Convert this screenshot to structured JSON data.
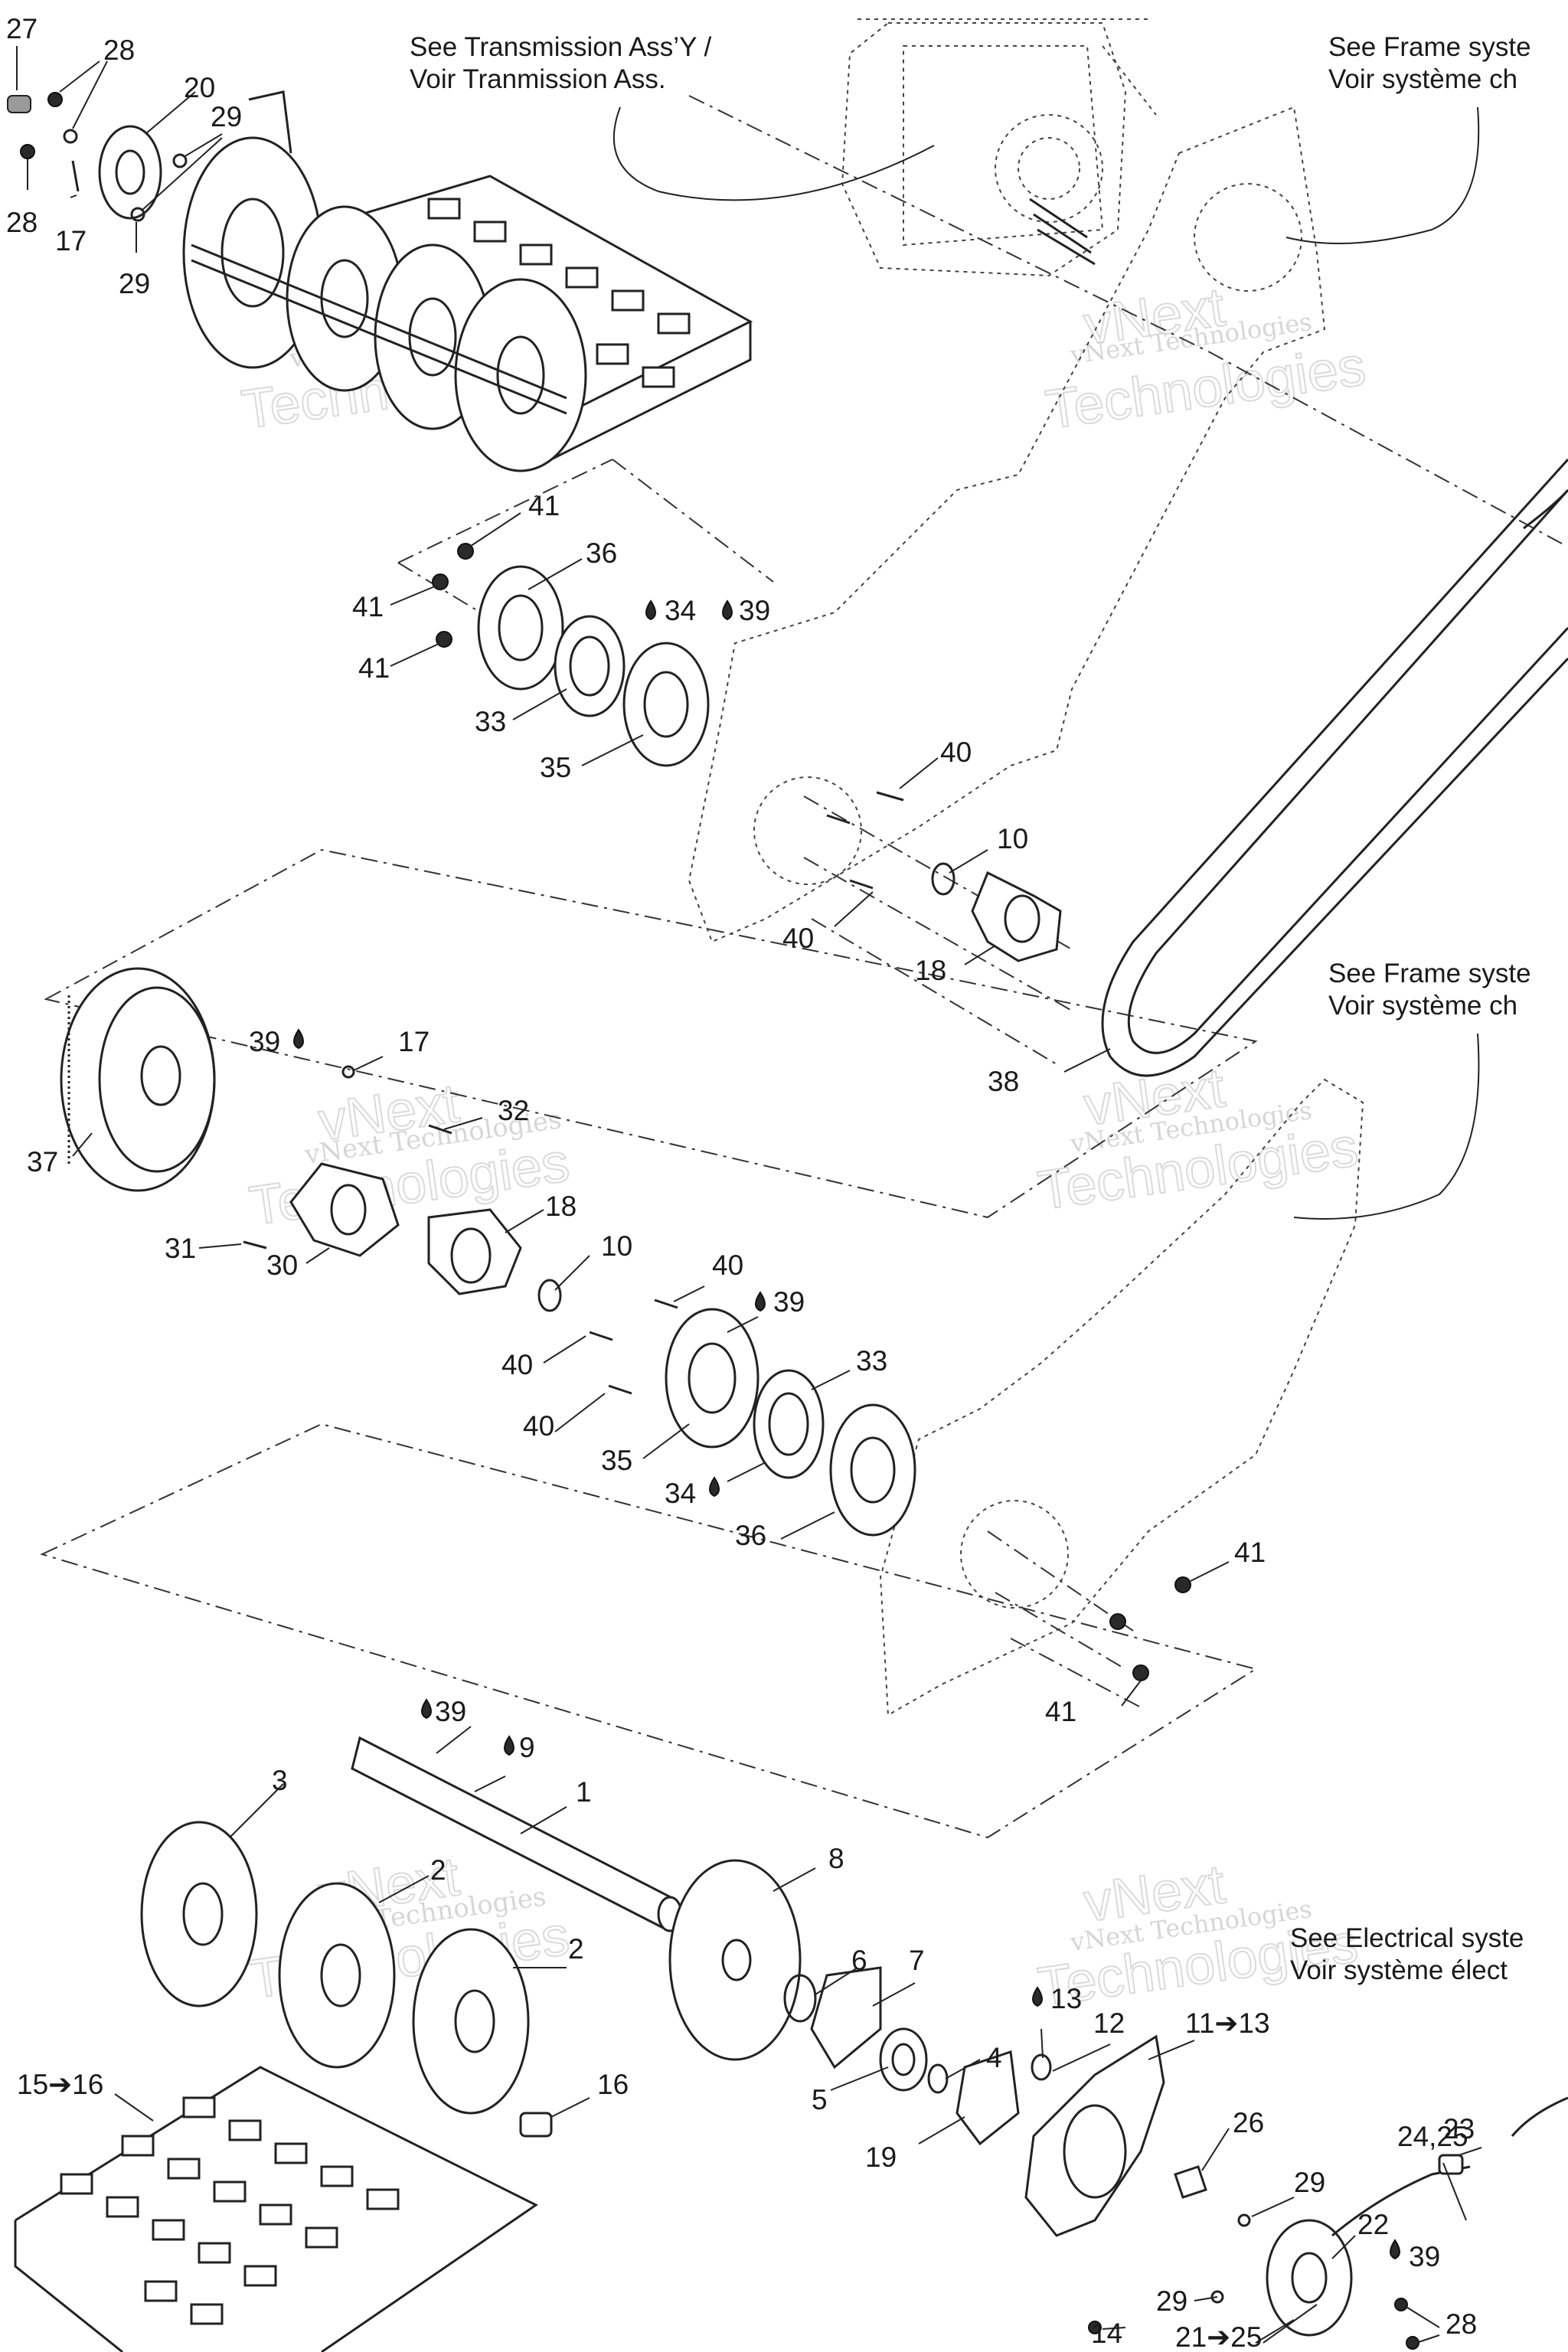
{
  "notes": {
    "transmission": [
      "See Transmission Ass’Y /",
      "Voir Tranmission Ass."
    ],
    "frame_top": [
      "See Frame syste",
      "Voir système ch"
    ],
    "frame_mid": [
      "See Frame syste",
      "Voir système ch"
    ],
    "electrical": [
      "See Electrical syste",
      "Voir système élect"
    ]
  },
  "watermark": {
    "line1": "vNext Technologies",
    "line2": "Technologies",
    "line3": "vNext"
  },
  "labels": [
    "27",
    "28",
    "20",
    "29",
    "28",
    "17",
    "29",
    "41",
    "36",
    "34",
    "39",
    "41",
    "41",
    "33",
    "35",
    "40",
    "10",
    "40",
    "18",
    "38",
    "39",
    "17",
    "32",
    "37",
    "18",
    "31",
    "30",
    "10",
    "40",
    "39",
    "40",
    "33",
    "40",
    "35",
    "34",
    "36",
    "41",
    "41",
    "39",
    "9",
    "3",
    "1",
    "2",
    "2",
    "8",
    "6",
    "7",
    "13",
    "12",
    "11➔13",
    "4",
    "5",
    "19",
    "15➔16",
    "16",
    "26",
    "29",
    "24,25",
    "23",
    "22",
    "39",
    "14",
    "29",
    "21➔25",
    "28"
  ]
}
